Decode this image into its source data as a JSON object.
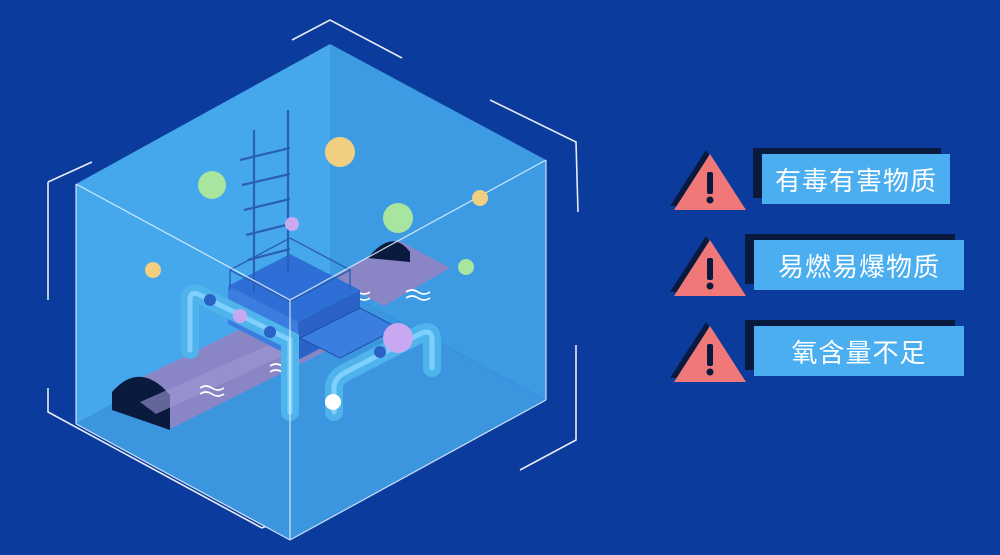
{
  "colors": {
    "background": "#0b3b9c",
    "room_wall": "#4aaef0",
    "warning_triangle": "#f07878",
    "label_box": "#4aaef0",
    "label_shadow": "#0a1a3e",
    "pipe": "#4fb3ec",
    "culvert": "#8a86c6"
  },
  "warnings": [
    {
      "label": "有毒有害物质",
      "icon": "warning-triangle-icon"
    },
    {
      "label": "易燃易爆物质",
      "icon": "warning-triangle-icon"
    },
    {
      "label": "氧含量不足",
      "icon": "warning-triangle-icon"
    }
  ],
  "particles": [
    {
      "color": "#f0d080",
      "meaning": "gas-particle"
    },
    {
      "color": "#a8e6a0",
      "meaning": "gas-particle"
    },
    {
      "color": "#c8a8f0",
      "meaning": "gas-particle"
    },
    {
      "color": "#ffffff",
      "meaning": "gas-particle"
    }
  ]
}
